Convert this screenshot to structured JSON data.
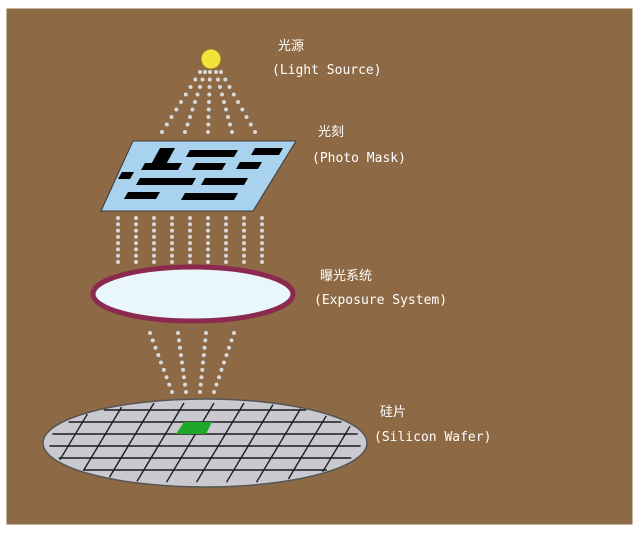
{
  "colors": {
    "background": "#8d6a45",
    "frame": "#ffffff",
    "light_source": "#f3e23a",
    "light_dots": "#d8d8d8",
    "mask_fill": "#a9d2ef",
    "mask_pattern": "#000000",
    "lens_rim": "#8b2a4e",
    "lens_fill": "#e9f6fb",
    "wafer_fill": "#c9c9cf",
    "wafer_grid": "#1c1c1c",
    "wafer_die": "#1ea82a"
  },
  "components": [
    {
      "id": "light-source",
      "label_cn": "光源",
      "label_en": "(Light Source)"
    },
    {
      "id": "photo-mask",
      "label_cn": "光刻",
      "label_en": "(Photo Mask)"
    },
    {
      "id": "exposure-system",
      "label_cn": "曝光系统",
      "label_en": "(Exposure System)"
    },
    {
      "id": "silicon-wafer",
      "label_cn": "硅片",
      "label_en": "(Silicon Wafer)"
    }
  ]
}
